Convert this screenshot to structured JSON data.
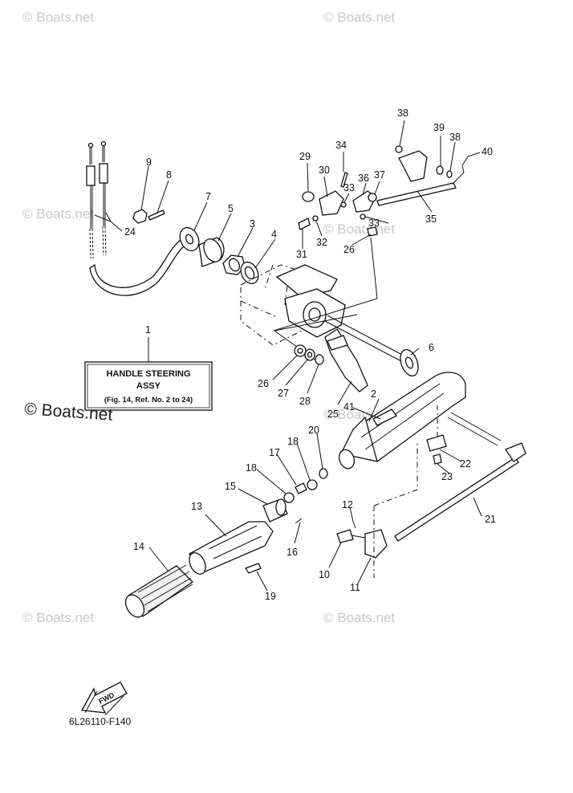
{
  "watermarks": {
    "faint": "© Boats.net",
    "dark": "© Boats.net"
  },
  "callout_box": {
    "line1": "HANDLE STEERING",
    "line2": "ASSY",
    "line3": "(Fig. 14, Ref. No. 2 to 24)",
    "ref_number": "1"
  },
  "part_numbers": [
    "2",
    "3",
    "4",
    "5",
    "6",
    "7",
    "8",
    "9",
    "10",
    "11",
    "12",
    "13",
    "14",
    "15",
    "16",
    "17",
    "18",
    "18",
    "19",
    "20",
    "21",
    "22",
    "23",
    "24",
    "25",
    "26",
    "26",
    "27",
    "28",
    "29",
    "30",
    "31",
    "32",
    "33",
    "33",
    "34",
    "35",
    "36",
    "37",
    "38",
    "38",
    "39",
    "40",
    "41"
  ],
  "fwd_arrow_label": "FWD",
  "diagram_code": "6L26110-F140",
  "colors": {
    "ink": "#111111",
    "watermark": "#c9c9c9",
    "background": "#ffffff"
  }
}
